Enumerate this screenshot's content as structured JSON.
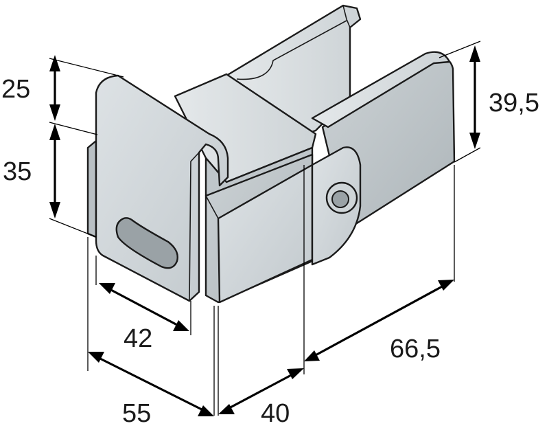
{
  "diagram": {
    "dimensions": {
      "d25": "25",
      "d35": "35",
      "d39_5": "39,5",
      "d42": "42",
      "d55": "55",
      "d40": "40",
      "d66_5": "66,5"
    },
    "colors": {
      "metal_light": "#d8dde0",
      "metal_mid": "#c4cacd",
      "metal_dark": "#a9b0b4",
      "outline": "#1b1b1b",
      "dimension": "#000000"
    }
  }
}
